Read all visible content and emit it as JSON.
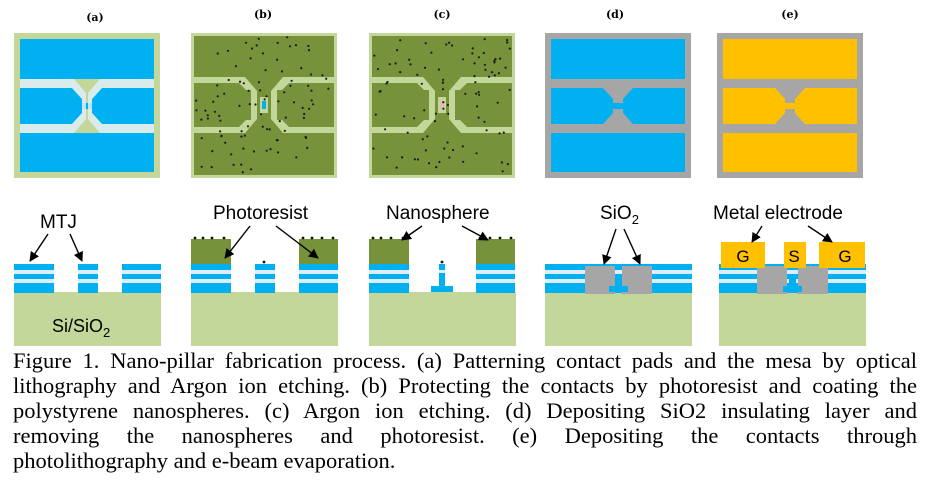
{
  "panels": [
    {
      "label": "(a)"
    },
    {
      "label": "(b)"
    },
    {
      "label": "(c)"
    },
    {
      "label": "(d)"
    },
    {
      "label": "(e)"
    }
  ],
  "callouts": {
    "mtj": "MTJ",
    "photoresist": "Photoresist",
    "nanosphere": "Nanosphere",
    "sio2_base": "SiO",
    "sio2_sub": "2",
    "metal_electrode": "Metal electrode"
  },
  "substrate_label": {
    "base": "Si/SiO",
    "sub": "2"
  },
  "electrode_labels": {
    "left": "G",
    "center": "S",
    "right": "G"
  },
  "caption": {
    "line1": "Figure 1. Nano-pillar fabrication process. (a) Patterning contact pads and the mesa by optical",
    "line2": "lithography and Argon ion etching. (b) Protecting the contacts by photoresist and coating the",
    "line3": "polystyrene nanospheres. (c) Argon ion etching. (d) Depositing SiO2 insulating layer and",
    "line4": "removing the nanospheres and photoresist. (e) Depositing the contacts through",
    "line5": "photolithography and e-beam evaporation."
  },
  "colors": {
    "substrate_green": "#c4d79b",
    "mtj_blue": "#00b0f0",
    "stripe_light": "#ddeef8",
    "photoresist_green": "#76933c",
    "oxide_gray": "#a6a6a6",
    "metal_gold": "#ffc000",
    "pillar_pink": "#e6b9b8"
  }
}
